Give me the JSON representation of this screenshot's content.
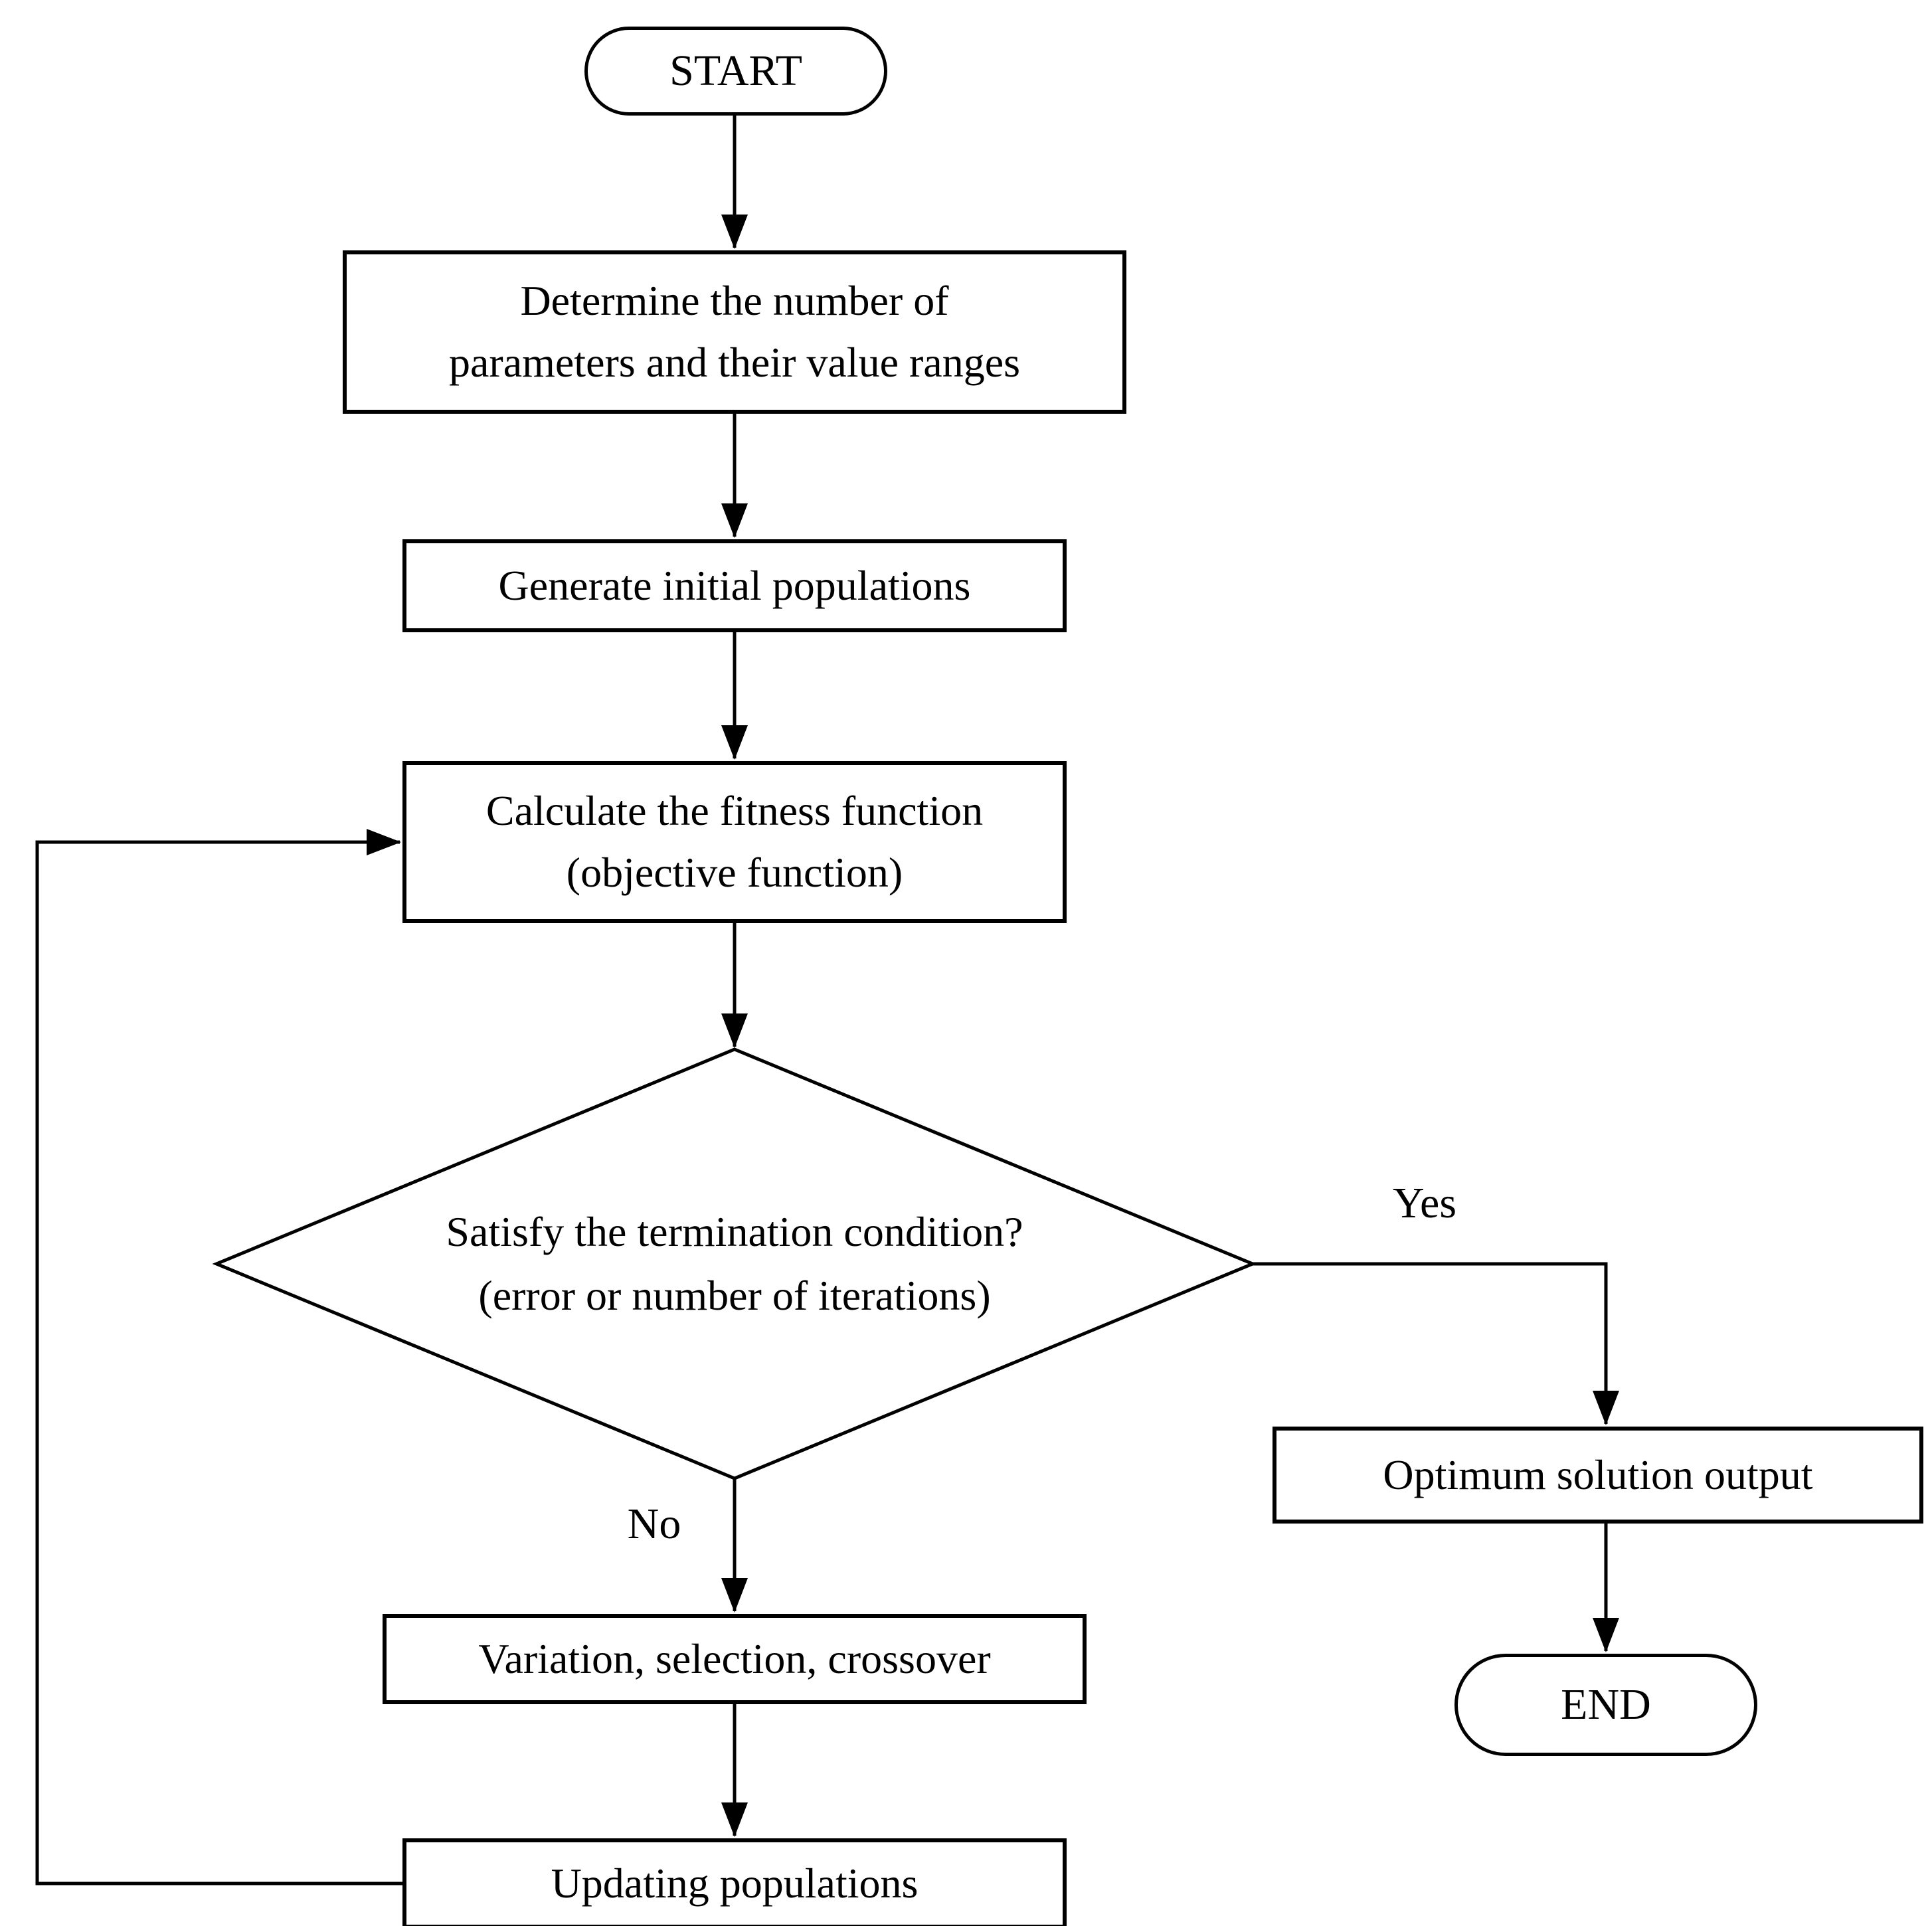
{
  "background": "#ffffff",
  "stroke_color": "#000000",
  "nodes": {
    "start": {
      "label": "START"
    },
    "determine": {
      "label": "Determine the number of\nparameters and their value ranges"
    },
    "generate": {
      "label": "Generate initial populations"
    },
    "calculate": {
      "label": "Calculate the fitness function\n(objective function)"
    },
    "decision": {
      "label": "Satisfy the termination condition?\n(error or number of iterations)"
    },
    "variation": {
      "label": "Variation, selection, crossover"
    },
    "updating": {
      "label": "Updating populations"
    },
    "optimum": {
      "label": "Optimum solution output"
    },
    "end": {
      "label": "END"
    }
  },
  "edge_labels": {
    "yes": "Yes",
    "no": "No"
  }
}
